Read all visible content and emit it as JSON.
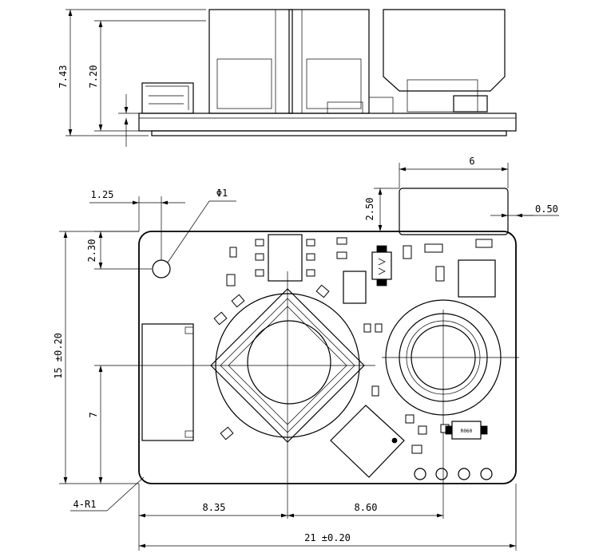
{
  "dimensions": {
    "side_total_height": "7.43",
    "side_body_height": "7.20",
    "top_width": "6",
    "connector_height": "2.50",
    "connector_offset": "0.50",
    "hole_x_offset": "1.25",
    "hole_diameter": "Φ1",
    "hole_y_offset": "2.30",
    "board_height": "15 ±0.20",
    "connector_y": "7",
    "corner_radius": "4-R1",
    "left_center": "8.35",
    "right_center": "8.60",
    "board_width": "21 ±0.20"
  },
  "labels": {
    "chip_marking": "R060"
  },
  "colors": {
    "line": "#000000",
    "background": "#ffffff"
  }
}
